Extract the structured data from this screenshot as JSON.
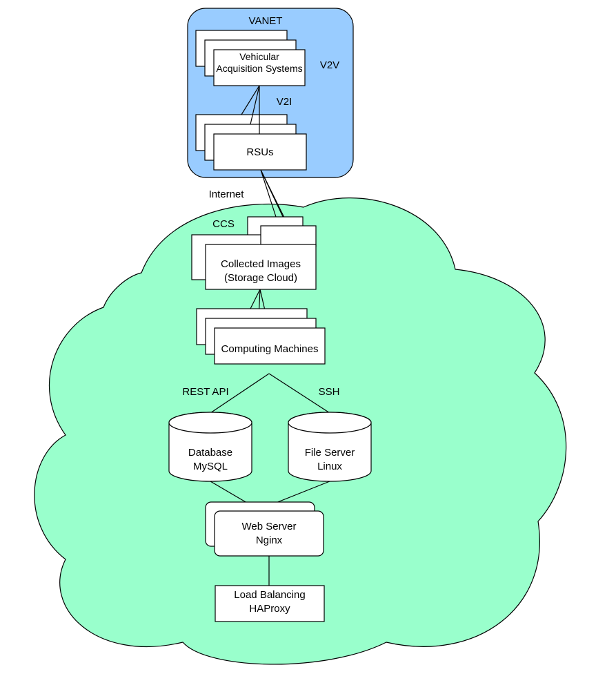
{
  "colors": {
    "vanet_fill": "#99ccff",
    "cloud_fill": "#99ffcc",
    "box_fill": "#ffffff",
    "stroke": "#000000"
  },
  "vanet": {
    "title": "VANET",
    "v2v_label": "V2V",
    "v2i_label": "V2I",
    "vehicular_line1": "Vehicular",
    "vehicular_line2": "Acquisition Systems",
    "rsus": "RSUs"
  },
  "internet_label": "Internet",
  "ccs": {
    "title": "CCS",
    "collected_line1": "Collected Images",
    "collected_line2": "(Storage Cloud)",
    "computing": "Computing Machines",
    "rest_api": "REST API",
    "ssh": "SSH",
    "database_line1": "Database",
    "database_line2": "MySQL",
    "fileserver_line1": "File Server",
    "fileserver_line2": "Linux",
    "webserver_line1": "Web Server",
    "webserver_line2": "Nginx",
    "lb_line1": "Load Balancing",
    "lb_line2": "HAProxy"
  }
}
